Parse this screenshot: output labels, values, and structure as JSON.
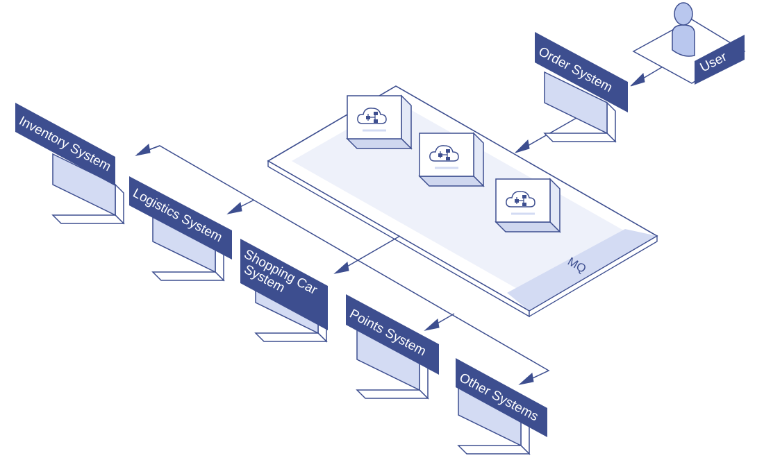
{
  "colors": {
    "line": "#3d4e8f",
    "label_bg": "#3d4e8f",
    "label_text": "#ffffff",
    "box_fill": "#d3dbf3",
    "box_side": "#ffffff",
    "platform_fill": "#ffffff",
    "platform_inner": "#eef1fa",
    "mq_strip": "#d3dbf3",
    "user_fill": "#b9c7ee"
  },
  "user": {
    "label": "User",
    "icon": "user-person-icon"
  },
  "order_system": {
    "label": "Order System"
  },
  "mq": {
    "label": "MQ",
    "queue_icon": "cloud-network-icon"
  },
  "systems": {
    "inventory": "Inventory System",
    "logistics": "Logistics System",
    "shopping_car_line1": "Shopping Car",
    "shopping_car_line2": "System",
    "points": "Points System",
    "other": "Other Systems"
  }
}
